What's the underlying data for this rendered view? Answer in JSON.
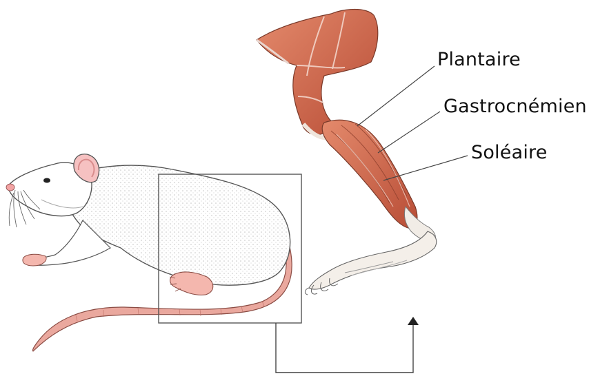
{
  "labels": {
    "plantaire": "Plantaire",
    "gastrocnemien": "Gastrocnémien",
    "soleaire": "Soléaire"
  },
  "colors": {
    "muscle": "#d46a4a",
    "muscle_dark": "#a84432",
    "skin": "#f4b7ae",
    "tail": "#e8a39a",
    "outline": "#444444",
    "fur_shade": "#9a9a9a",
    "tendon": "#f1ece6"
  }
}
